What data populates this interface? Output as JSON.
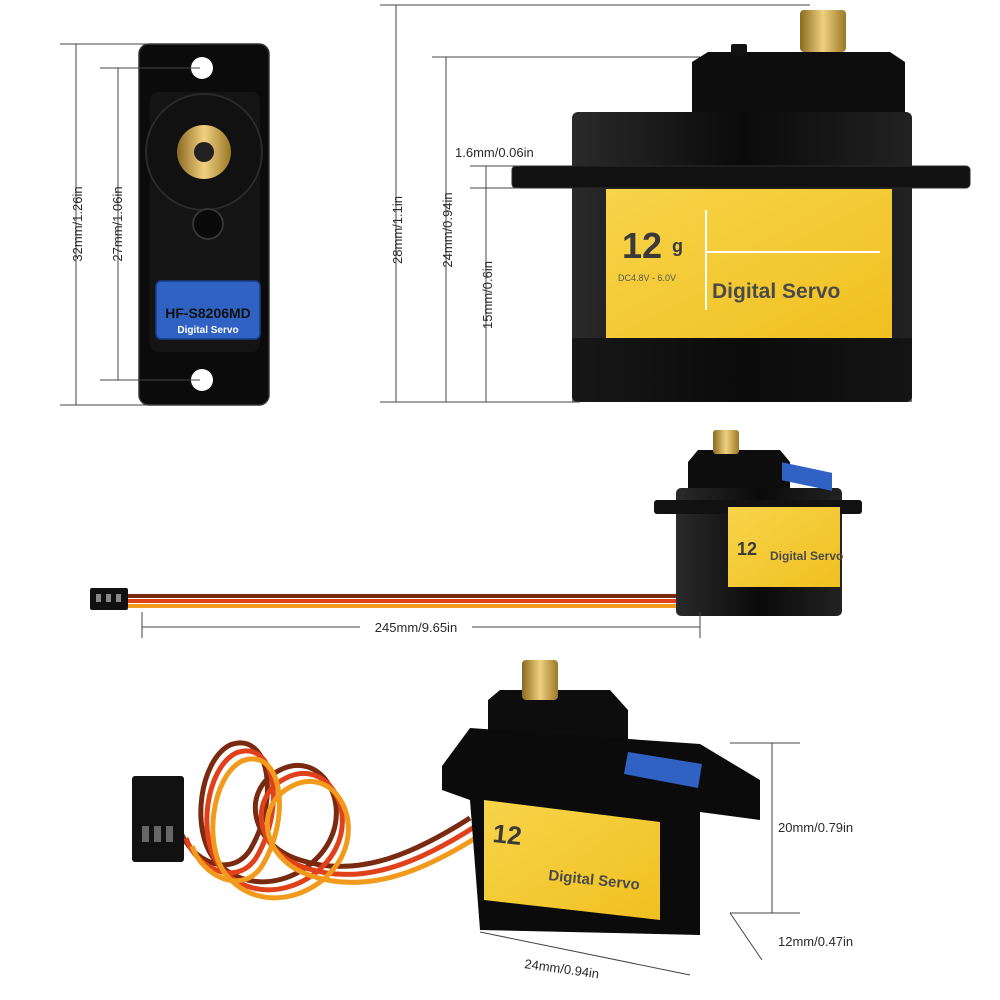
{
  "labels": {
    "weight": "12",
    "weight_unit": "g",
    "product_type": "Digital Servo",
    "voltage": "DC4.8V - 6.0V",
    "model": "HF-S8206MD",
    "model_sub": "Digital Servo"
  },
  "dimensions": {
    "height_total": "32mm/1.26in",
    "hole_spacing": "27mm/1.06in",
    "side_height": "28mm/1.1in",
    "body_height": "24mm/0.94in",
    "flange_thickness": "1.6mm/0.06in",
    "flange_to_bottom": "15mm/0.6in",
    "cable_length": "245mm/9.65in",
    "body_height_front": "20mm/0.79in",
    "body_width": "12mm/0.47in",
    "body_length": "24mm/0.94in"
  },
  "colors": {
    "body": "#0d0d0d",
    "label_yellow": "#f5c92e",
    "label_blue": "#2f62c2",
    "brass": "#c9a34a",
    "wire_brown": "#7a2a10",
    "wire_red": "#e0401a",
    "wire_orange": "#f29a1c"
  }
}
